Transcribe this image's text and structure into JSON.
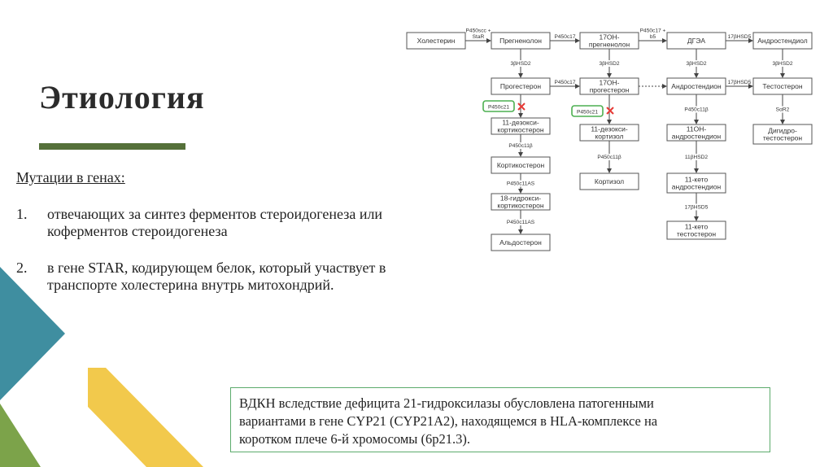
{
  "slide": {
    "title": "Этиология",
    "subtitle": "Мутации в генах:",
    "list": [
      {
        "num": "1.",
        "lines": [
          "отвечающих за синтез ферментов стероидогенеза или",
          "коферментов стероидогенеза"
        ]
      },
      {
        "num": "2.",
        "lines": [
          "в гене STAR, кодирующем белок, который участвует в",
          "транспорте холестерина внутрь митохондрий."
        ]
      }
    ],
    "note_lines": [
      "ВДКН вследствие дефицита 21-гидроксилазы обусловлена патогенными",
      "вариантами в гене CYP21 (CYP21A2), находящемся в HLA-комплексе на",
      "коротком плече 6-й хромосомы (6р21.3)."
    ]
  },
  "colors": {
    "teal": "#3f8ea0",
    "green": "#7ca34a",
    "yellow": "#f2c94c",
    "title_bar": "#55703a",
    "block_marker": "#4caf50",
    "block_cross": "#e53935"
  },
  "diagram": {
    "nodes": {
      "cholesterol": {
        "lines": [
          "Холестерин"
        ]
      },
      "pregnenolone": {
        "lines": [
          "Прегненолон"
        ]
      },
      "oh_pregnenolone": {
        "lines": [
          "17ОН-",
          "прегненолон"
        ]
      },
      "dhea": {
        "lines": [
          "ДГЭА"
        ]
      },
      "androstenediol": {
        "lines": [
          "Андростендиол"
        ]
      },
      "progesterone": {
        "lines": [
          "Прогестерон"
        ]
      },
      "oh_progesterone": {
        "lines": [
          "17ОН-",
          "прогестерон"
        ]
      },
      "androstenedione": {
        "lines": [
          "Андростендион"
        ]
      },
      "testosterone": {
        "lines": [
          "Тестостерон"
        ]
      },
      "deoxycorticosterone": {
        "lines": [
          "11-дезокси-",
          "кортикостерон"
        ]
      },
      "deoxycortisol": {
        "lines": [
          "11-дезокси-",
          "кортизол"
        ]
      },
      "oh_androstenedione": {
        "lines": [
          "11ОН-",
          "андростендион"
        ]
      },
      "dht": {
        "lines": [
          "Дигидро-",
          "тестостерон"
        ]
      },
      "corticosterone": {
        "lines": [
          "Кортикостерон"
        ]
      },
      "cortisol": {
        "lines": [
          "Кортизол"
        ]
      },
      "keto_androstenedione": {
        "lines": [
          "11-кето",
          "андростендион"
        ]
      },
      "hydroxycorticosterone": {
        "lines": [
          "18-гидрокси-",
          "кортикостерон"
        ]
      },
      "keto_testosterone": {
        "lines": [
          "11-кето",
          "тестостерон"
        ]
      },
      "aldosterone": {
        "lines": [
          "Альдостерон"
        ]
      }
    },
    "edge_labels": {
      "chol_preg": [
        "P450scc +",
        "StaR"
      ],
      "preg_ohpreg": [
        "P450c17"
      ],
      "ohpreg_dhea": [
        "P450c17 +",
        "b5"
      ],
      "dhea_adiol": [
        "17βHSD5"
      ],
      "preg_prog": [
        "3βHSD2"
      ],
      "ohpreg_ohprog": [
        "3βHSD2"
      ],
      "dhea_adione": [
        "3βHSD2"
      ],
      "adiol_testo": [
        "3βHSD2"
      ],
      "prog_ohprog": [
        "P450c17"
      ],
      "adione_testo": [
        "17βHSD5"
      ],
      "adione_ohadione": [
        "P450c11β"
      ],
      "testo_dht": [
        "SαR2"
      ],
      "doc_cortico": [
        "P450c11β"
      ],
      "deoxycortisol_cortisol": [
        "P450c11β"
      ],
      "ohadione_ketoadione": [
        "11βHSD2"
      ],
      "cortico_hydroxy": [
        "P450c11AS"
      ],
      "ketoadione_ketotesto": [
        "17βHSD5"
      ],
      "hydroxy_aldo": [
        "P450c11AS"
      ]
    },
    "blocked_enzyme": "P450c21"
  }
}
